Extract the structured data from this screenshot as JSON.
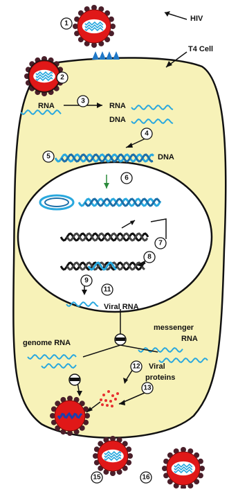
{
  "labels": {
    "hiv": "HIV",
    "t4_cell": "T4 Cell",
    "rna_1": "RNA",
    "rna_2": "RNA",
    "dna_1": "DNA",
    "dna_2": "DNA",
    "viral_rna": "Viral RNA",
    "genome_rna": "genome RNA",
    "messenger_rna_line1": "messenger",
    "messenger_rna_line2": "RNA",
    "viral_proteins_line1": "Viral",
    "viral_proteins_line2": "proteins"
  },
  "steps": [
    "1",
    "2",
    "3",
    "4",
    "5",
    "6",
    "7",
    "8",
    "9",
    "11",
    "12",
    "13",
    "15",
    "16"
  ],
  "colors": {
    "cell_fill": "#f7f2b8",
    "virus_red": "#e01818",
    "virus_spike": "#4a1f2a",
    "rna_blue": "#29a8de",
    "dna_dark": "#111111",
    "receptor_blue": "#1f78c8",
    "protein_red": "#e83030"
  }
}
